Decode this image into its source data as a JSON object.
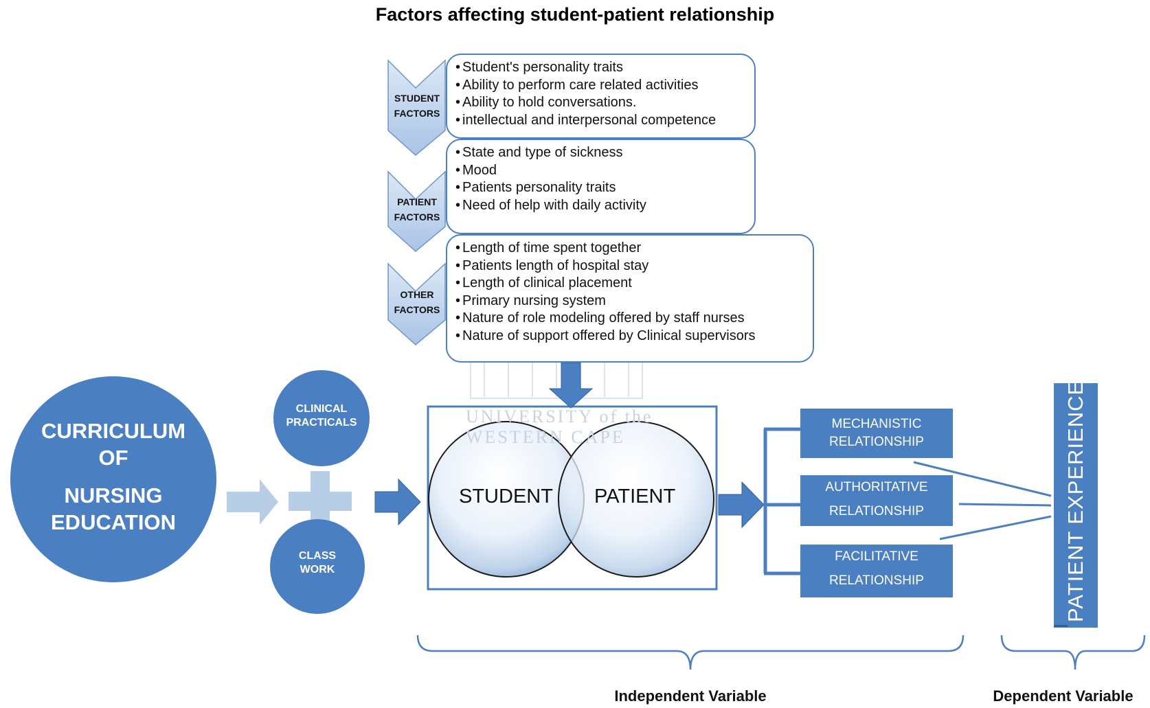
{
  "title": "Factors affecting student-patient relationship",
  "factors": [
    {
      "label_line1": "STUDENT",
      "label_line2": "FACTORS",
      "items": [
        "Student's personality traits",
        "Ability to perform care related activities",
        "Ability to hold conversations.",
        "intellectual and interpersonal competence"
      ]
    },
    {
      "label_line1": "PATIENT",
      "label_line2": "FACTORS",
      "items": [
        "State and type of sickness",
        "Mood",
        "Patients personality traits",
        "Need of help with daily activity"
      ]
    },
    {
      "label_line1": "OTHER",
      "label_line2": "FACTORS",
      "items": [
        "Length of time spent together",
        "Patients length of hospital stay",
        "Length of clinical placement",
        "Primary nursing system",
        "Nature of role modeling offered by staff nurses",
        "Nature of support offered by Clinical supervisors"
      ]
    }
  ],
  "curriculum": {
    "line1": "CURRICULUM",
    "line2": "OF",
    "line3": "NURSING",
    "line4": "EDUCATION"
  },
  "inputs": {
    "clinical_line1": "CLINICAL",
    "clinical_line2": "PRACTICALS",
    "class_line1": "CLASS",
    "class_line2": "WORK"
  },
  "venn": {
    "left": "STUDENT",
    "right": "PATIENT"
  },
  "relationships": [
    {
      "line1": "MECHANISTIC",
      "line2": "RELATIONSHIP"
    },
    {
      "line1": "AUTHORITATIVE",
      "line2": "RELATIONSHIP"
    },
    {
      "line1": "FACILITATIVE",
      "line2": "RELATIONSHIP"
    }
  ],
  "outcome": "PATIENT EXPERIENCE",
  "variables": {
    "independent": "Independent Variable",
    "dependent": "Dependent Variable"
  },
  "watermark": {
    "line1": "UNIVERSITY of the",
    "line2": "WESTERN CAPE"
  },
  "colors": {
    "primary_blue": "#4a7fc1",
    "light_arrow": "#b8cde6",
    "chevron_fill": "#c7daf0"
  }
}
